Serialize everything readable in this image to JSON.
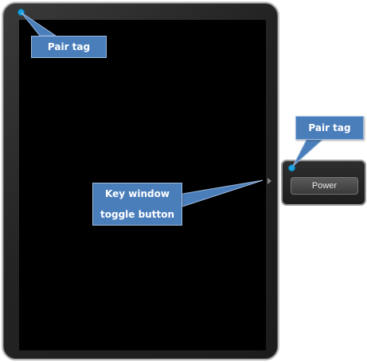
{
  "callouts": {
    "pair_tag_top": "Pair tag",
    "pair_tag_right": "Pair tag",
    "toggle_line1": "Key window",
    "toggle_line2": "toggle button"
  },
  "key_window": {
    "power_label": "Power"
  },
  "colors": {
    "callout_fill": "#4a7ebb",
    "pair_dot": "#19a3e0",
    "screen": "#000000",
    "bezel": "#232323"
  },
  "icons": {
    "toggle": "chevron-right-icon"
  }
}
